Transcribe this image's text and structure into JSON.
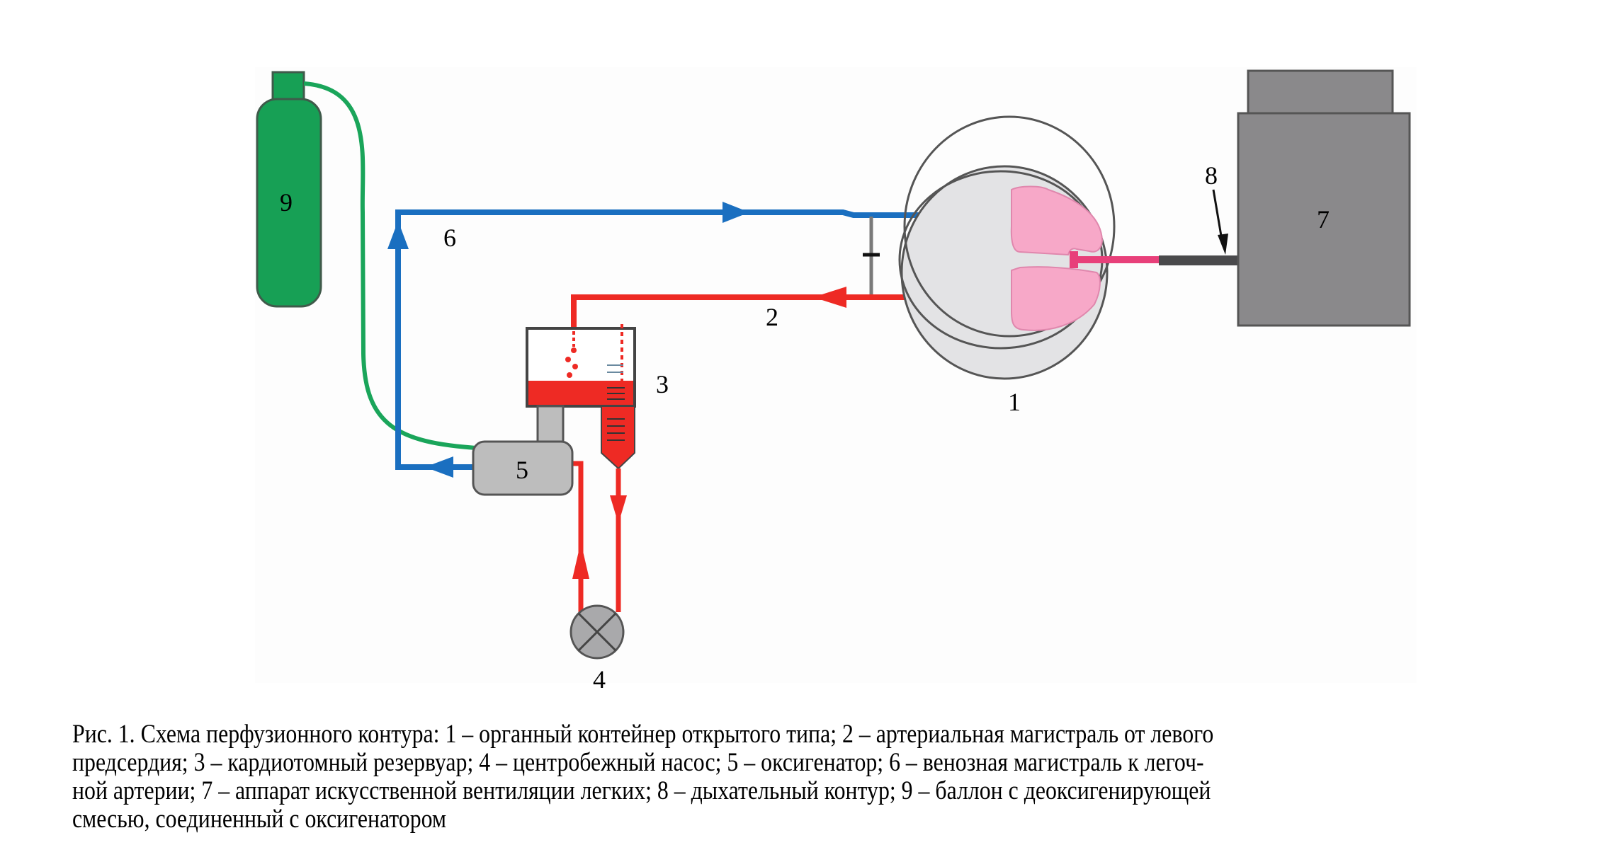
{
  "figure": {
    "labels": {
      "container": "1",
      "arterial_line": "2",
      "reservoir": "3",
      "pump": "4",
      "oxygenator": "5",
      "venous_line": "6",
      "ventilator": "7",
      "breathing_circuit": "8",
      "gas_cylinder": "9"
    },
    "colors": {
      "venous": "#1a6fc0",
      "arterial": "#ee2a24",
      "gas_line": "#1aa55a",
      "cylinder": "#17a055",
      "lung": "#f7a8c8",
      "device_gray": "#8a898b",
      "container_fill": "#e3e3e5"
    }
  },
  "caption": {
    "lines": [
      "Рис. 1. Схема перфузионного контура: 1 – органный контейнер открытого типа; 2 – артериальная магистраль от левого",
      "предсердия; 3 – кардиотомный резервуар; 4 – центробежный насос; 5 – оксигенатор; 6 – венозная магистраль к легоч-",
      "ной артерии; 7 – аппарат искусственной вентиляции легких; 8 – дыхательный контур; 9 – баллон с деоксигенирующей",
      "смесью, соединенный с оксигенатором"
    ]
  }
}
